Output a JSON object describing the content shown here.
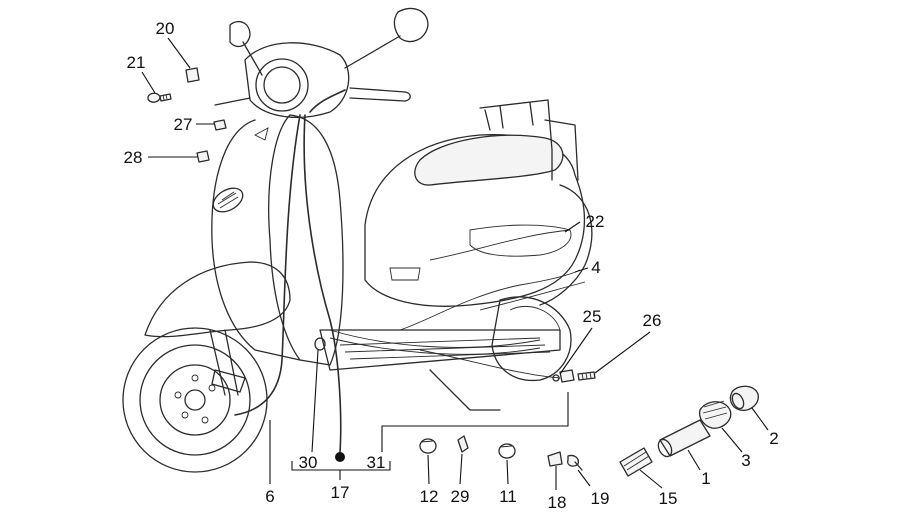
{
  "diagram": {
    "callouts": [
      {
        "id": "c20",
        "text": "20"
      },
      {
        "id": "c21",
        "text": "21"
      },
      {
        "id": "c27",
        "text": "27"
      },
      {
        "id": "c28",
        "text": "28"
      },
      {
        "id": "c22",
        "text": "22"
      },
      {
        "id": "c4",
        "text": "4"
      },
      {
        "id": "c25",
        "text": "25"
      },
      {
        "id": "c26",
        "text": "26"
      },
      {
        "id": "c2",
        "text": "2"
      },
      {
        "id": "c3",
        "text": "3"
      },
      {
        "id": "c1",
        "text": "1"
      },
      {
        "id": "c15",
        "text": "15"
      },
      {
        "id": "c19",
        "text": "19"
      },
      {
        "id": "c18",
        "text": "18"
      },
      {
        "id": "c11",
        "text": "11"
      },
      {
        "id": "c29",
        "text": "29"
      },
      {
        "id": "c12",
        "text": "12"
      },
      {
        "id": "c31",
        "text": "31"
      },
      {
        "id": "c30",
        "text": "30"
      },
      {
        "id": "c17",
        "text": "17"
      },
      {
        "id": "c6",
        "text": "6"
      }
    ]
  }
}
